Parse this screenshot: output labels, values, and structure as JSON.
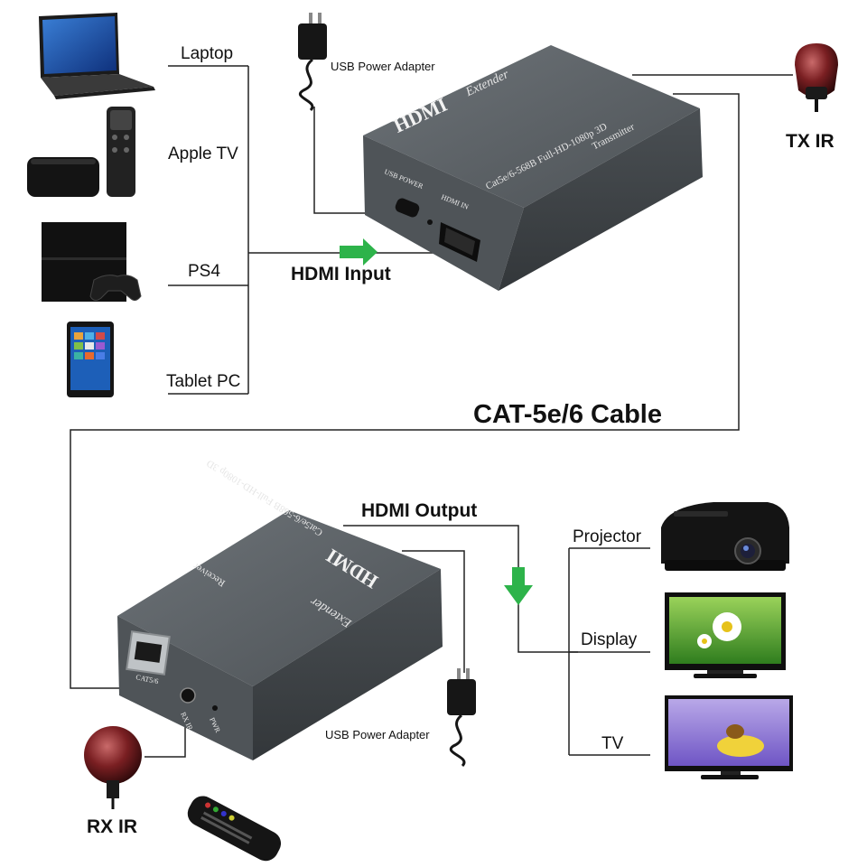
{
  "sources": {
    "laptop": "Laptop",
    "apple_tv": "Apple TV",
    "ps4": "PS4",
    "tablet": "Tablet PC"
  },
  "power_adapter_top": "USB Power Adapter",
  "power_adapter_bottom": "USB Power Adapter",
  "hdmi_input": "HDMI Input",
  "hdmi_output": "HDMI Output",
  "cable": "CAT-5e/6 Cable",
  "tx_ir": "TX IR",
  "rx_ir": "RX IR",
  "displays": {
    "projector": "Projector",
    "display": "Display",
    "tv": "TV"
  },
  "transmitter": {
    "brand": "HDMI",
    "extender": "Extender",
    "spec": "Cat5e/6-568B Full-HD-1080p 3D",
    "role": "Transmitter",
    "port_usb": "USB POWER",
    "port_hdmi": "HDMI IN"
  },
  "receiver": {
    "brand": "HDMI",
    "extender": "Extender",
    "spec": "Cat5e/6-568B Full-HD-1080p 3D",
    "role": "Receiver",
    "port_rj45": "CAT5/6",
    "port_ir": "RX IR",
    "port_pwr": "PWR"
  },
  "colors": {
    "arrow": "#2db34a",
    "device_body": "#5b6064",
    "line": "#222222"
  }
}
